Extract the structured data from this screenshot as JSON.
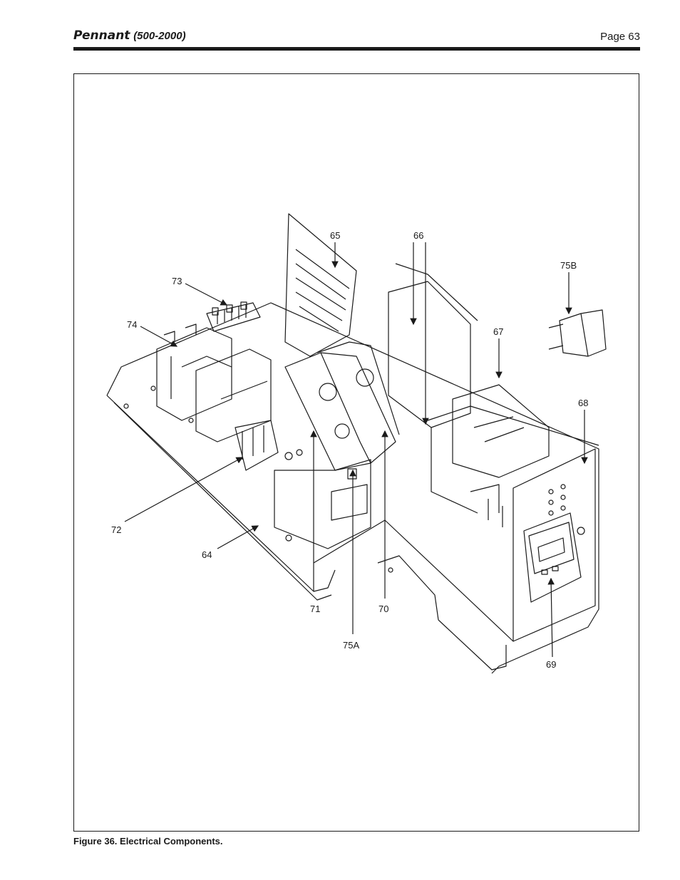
{
  "header": {
    "brand": "Pennant",
    "model": "(500-2000)",
    "page": "Page 63"
  },
  "figure": {
    "caption": "Figure 36. Electrical Components.",
    "callouts": [
      "64",
      "65",
      "66",
      "67",
      "68",
      "69",
      "70",
      "71",
      "72",
      "73",
      "74",
      "75A",
      "75B"
    ]
  }
}
